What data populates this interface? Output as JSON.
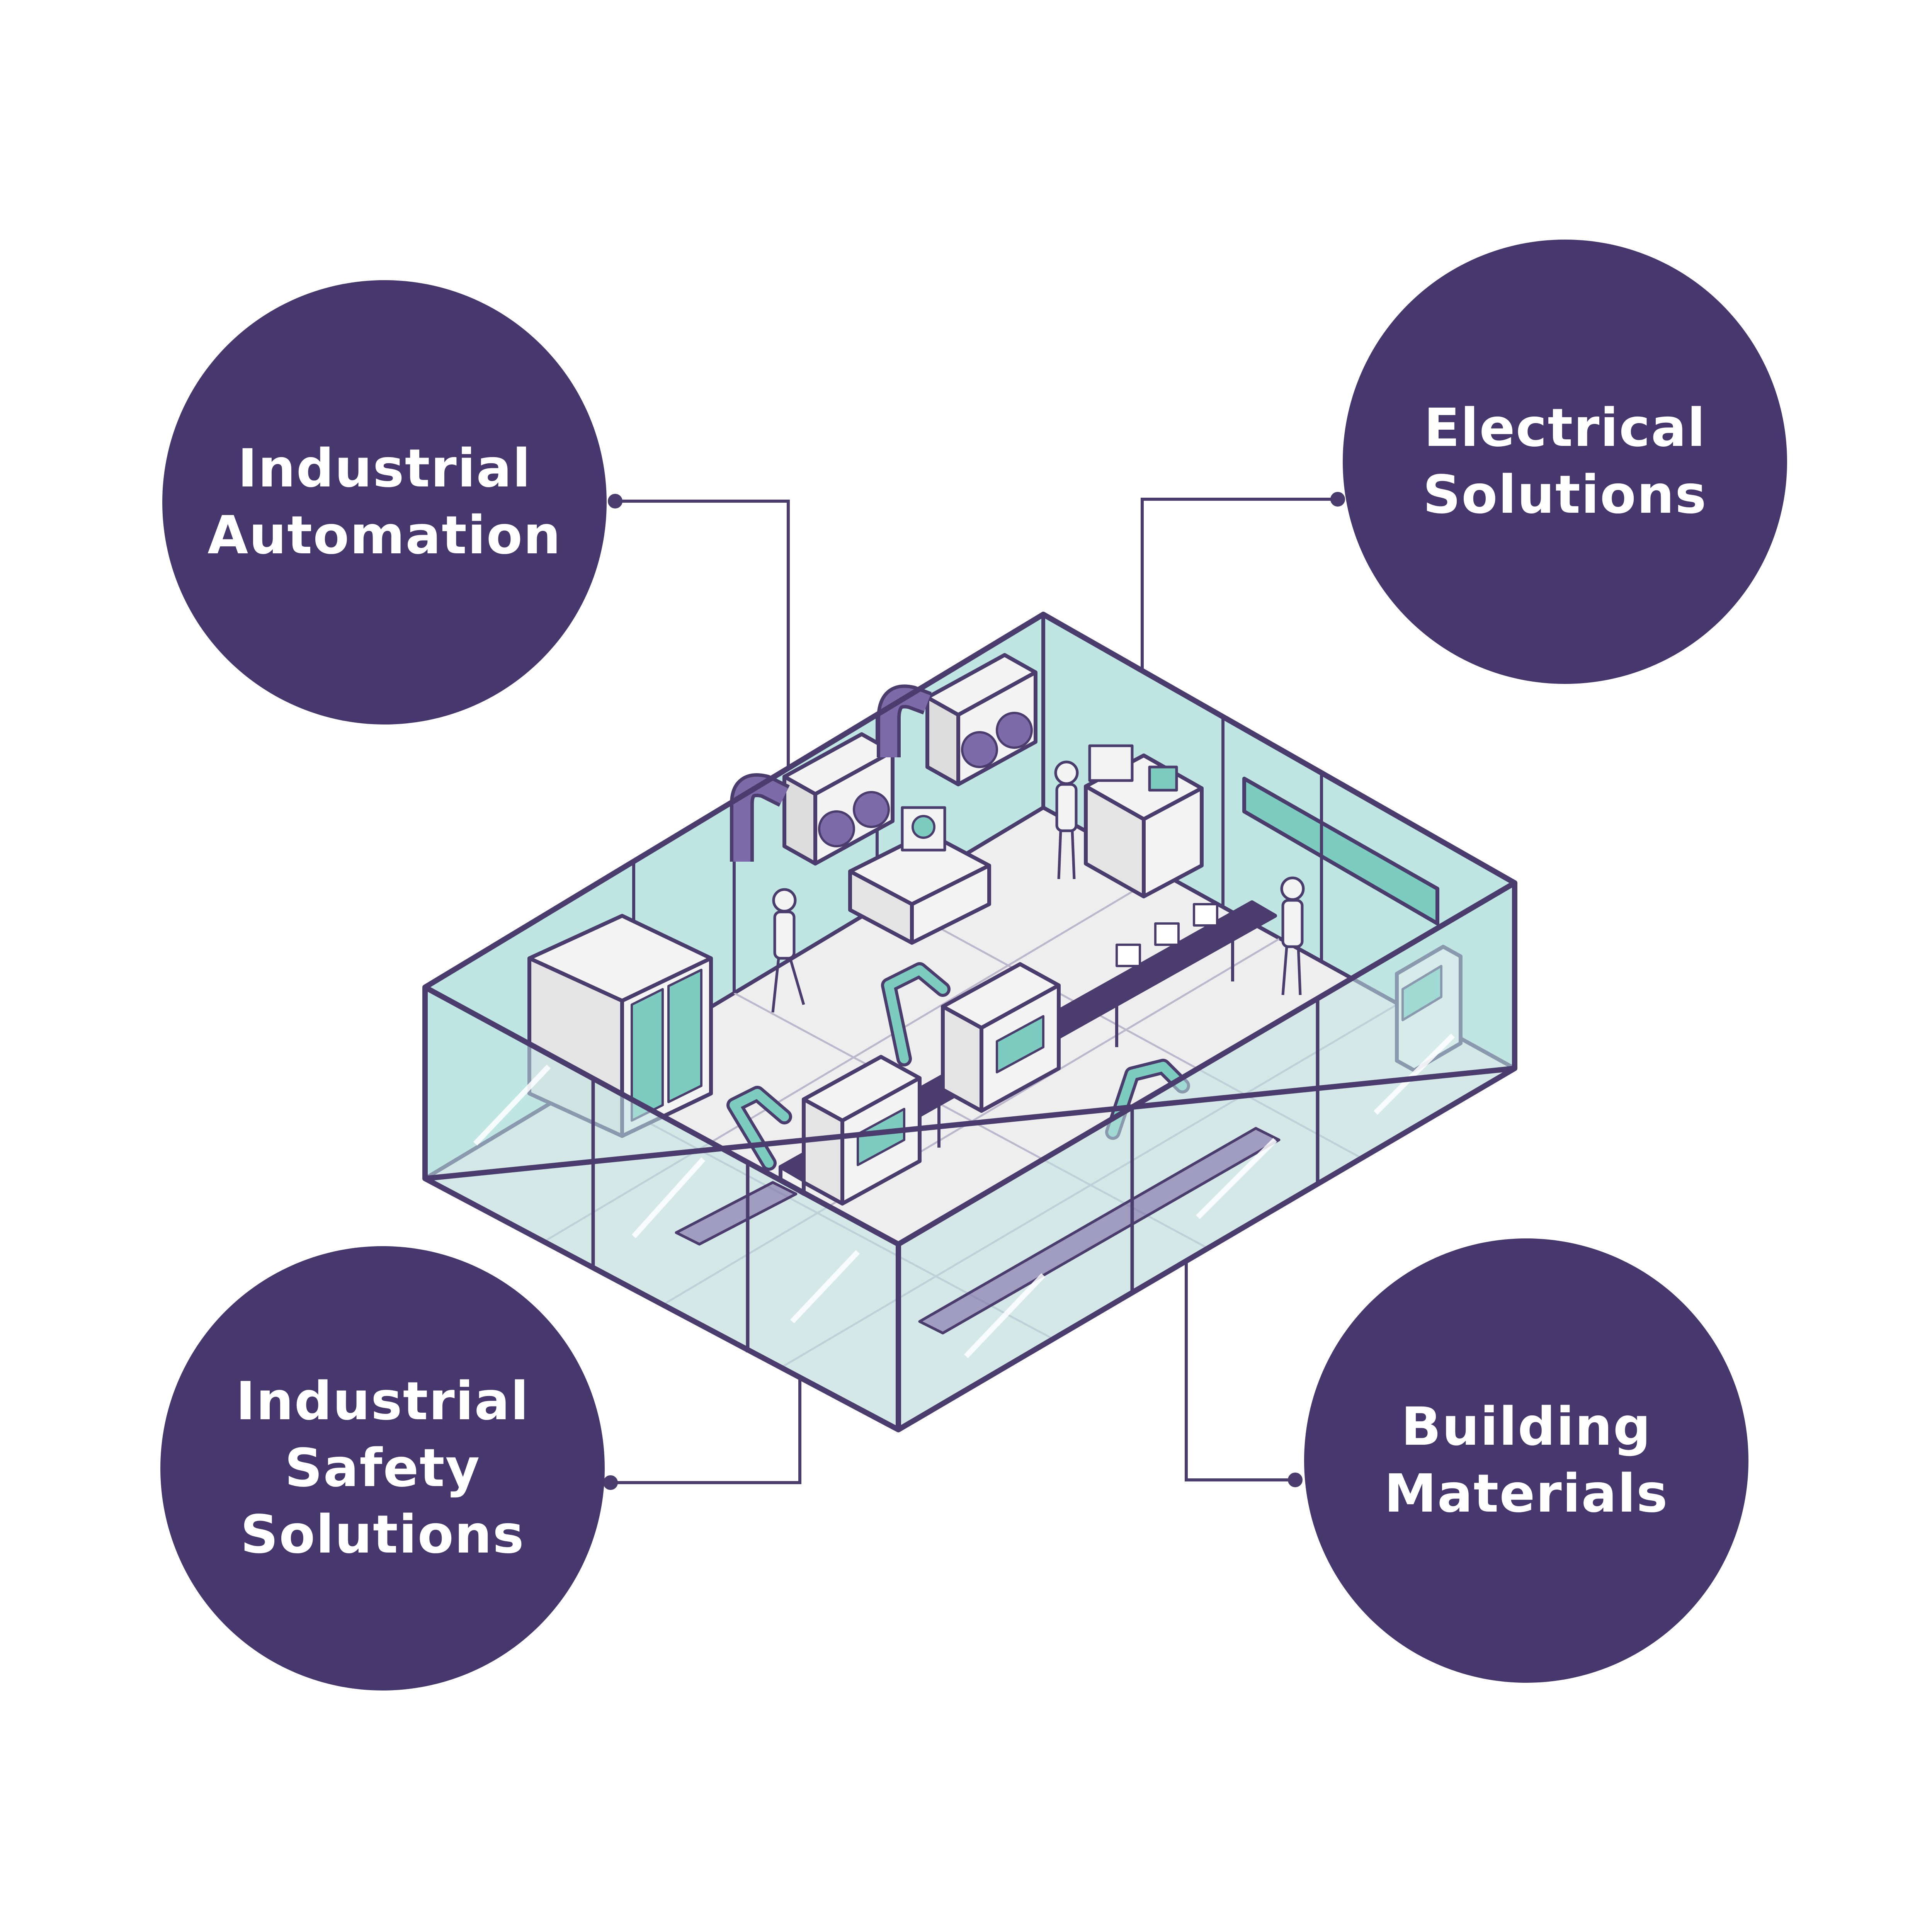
{
  "colors": {
    "bubble": "#46386c",
    "outline": "#4a3d6d",
    "glass": "#bfe6e2",
    "glass_light": "#e1f4f2",
    "floor": "#eeeeee",
    "teal": "#7ccdbf",
    "machine": "#f4f4f4",
    "duct": "#7d6aa8"
  },
  "bubbles": [
    {
      "lines": [
        "Industrial",
        "Automation"
      ]
    },
    {
      "lines": [
        "Electrical",
        "Solutions"
      ]
    },
    {
      "lines": [
        "Industrial",
        "Safety",
        "Solutions"
      ]
    },
    {
      "lines": [
        "Building",
        "Materials"
      ]
    }
  ]
}
